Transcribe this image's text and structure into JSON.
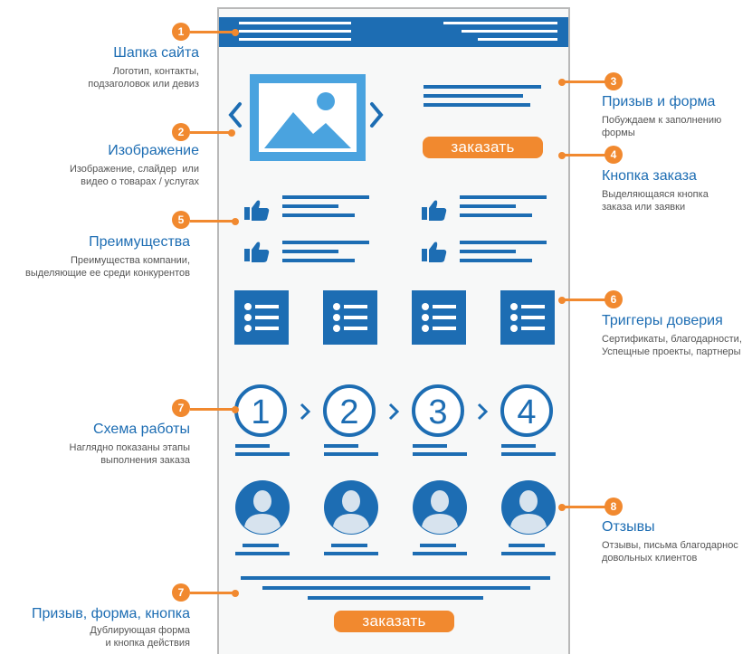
{
  "colors": {
    "accent": "#1d6db3",
    "orange": "#f1892f",
    "image_blue": "#4aa3df"
  },
  "buttons": {
    "order_top": "заказать",
    "order_bottom": "заказать"
  },
  "callouts": [
    {
      "num": "1",
      "title": "Шапка сайта",
      "desc": "Логотип, контакты,\nподзаголовок или девиз"
    },
    {
      "num": "2",
      "title": "Изображение",
      "desc": "Изображение, слайдер  или\nвидео о товарах / услугах"
    },
    {
      "num": "3",
      "title": "Призыв и форма",
      "desc": "Побуждаем к заполнению\nформы"
    },
    {
      "num": "4",
      "title": "Кнопка заказа",
      "desc": "Выделяющаяся кнопка\nзаказа или заявки"
    },
    {
      "num": "5",
      "title": "Преимущества",
      "desc": "Преимущества компании,\nвыделяющие ее среди конкурентов"
    },
    {
      "num": "6",
      "title": "Триггеры доверия",
      "desc": "Сертификаты, благодарности,\nУспещные проекты, партнеры"
    },
    {
      "num": "7",
      "title": "Схема работы",
      "desc": "Наглядно показаны этапы\nвыполнения заказа"
    },
    {
      "num": "8",
      "title": "Отзывы",
      "desc": "Отзывы, письма благодарнос\nдовольных клиентов"
    },
    {
      "num": "7",
      "title": "Призыв, форма, кнопка",
      "desc": "Дублирующая форма\nи кнопка действия"
    }
  ],
  "steps": [
    "1",
    "2",
    "3",
    "4"
  ],
  "icons": {
    "slider_prev": "chevron-left-icon",
    "slider_next": "chevron-right-icon",
    "image": "image-placeholder-icon",
    "advantage": "thumbs-up-icon",
    "trust": "list-document-icon",
    "review": "user-avatar-icon",
    "step_arrow": "chevron-right-icon"
  }
}
